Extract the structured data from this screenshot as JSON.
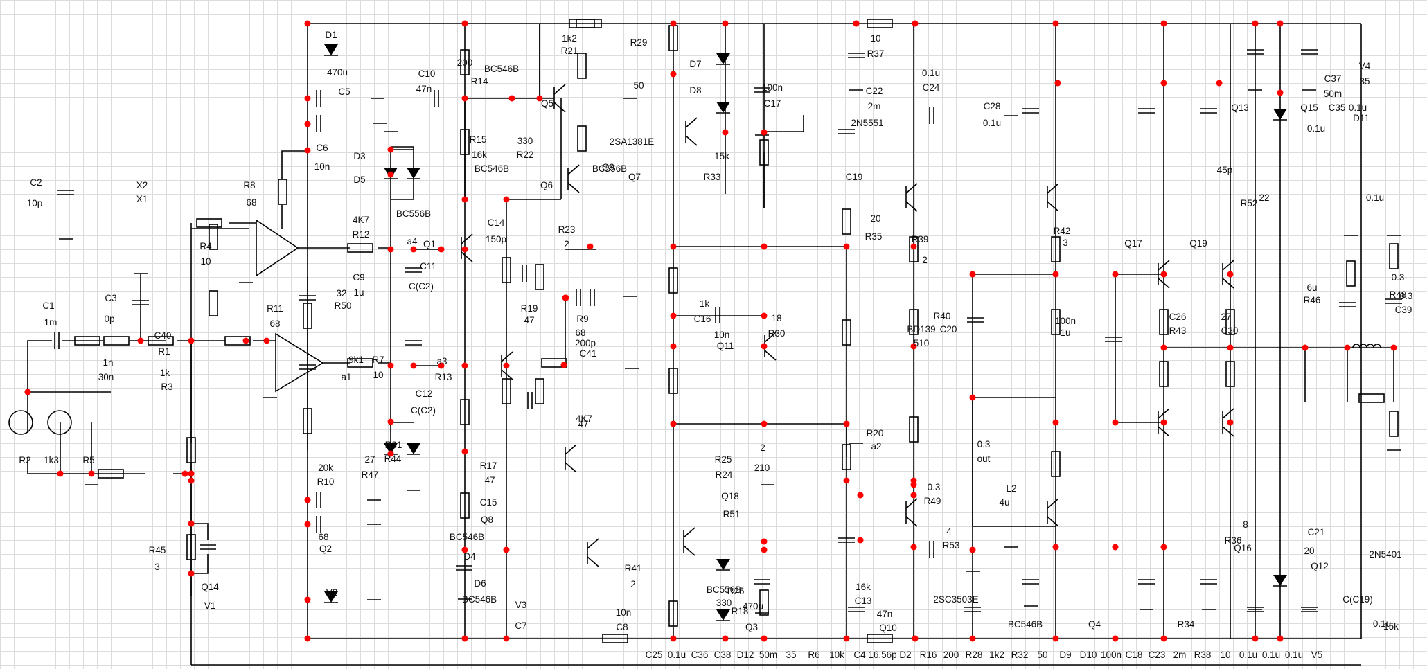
{
  "diagram": {
    "type": "electronic-schematic",
    "colors": {
      "wire": "#000000",
      "junction": "#ff0000",
      "grid": "#dcdcdc",
      "background": "#ffffff"
    },
    "labels": [
      "D1",
      "470u",
      "C5",
      "C6",
      "10n",
      "C10",
      "47n",
      "200",
      "R14",
      "BC546B",
      "1k2",
      "R21",
      "R29",
      "50",
      "D7",
      "D8",
      "100n",
      "C17",
      "10",
      "R37",
      "0.1u",
      "C24",
      "C22",
      "2m",
      "C28",
      "0.1u",
      "C37",
      "50m",
      "V4",
      "35",
      "C2",
      "10p",
      "X2",
      "X1",
      "R8",
      "68",
      "D3",
      "D5",
      "R15",
      "16k",
      "330",
      "R22",
      "BC546B",
      "Q5",
      "Q6",
      "BC556B",
      "Q7",
      "Q9",
      "2SA1381E",
      "15k",
      "R33",
      "2N5551",
      "C19",
      "45p",
      "Q13",
      "Q15",
      "C35",
      "0.1u",
      "D11",
      "0.1u",
      "0.1u",
      "4K7",
      "R12",
      "BC556B",
      "Q1",
      "C14",
      "150p",
      "R23",
      "2",
      "R4",
      "10",
      "C1",
      "1m",
      "C3",
      "0p",
      "a4",
      "C11",
      "C(C2)",
      "C9",
      "1u",
      "R19",
      "47",
      "20",
      "R35",
      "R39",
      "2",
      "R42",
      "3",
      "Q17",
      "Q19",
      "22",
      "R52",
      "32",
      "R50",
      "R11",
      "68",
      "R9",
      "68",
      "200p",
      "C41",
      "18",
      "R30",
      "1k",
      "C16",
      "10n",
      "Q11",
      "BD139",
      "510",
      "R40",
      "C20",
      "100n",
      "1u",
      "C26",
      "R43",
      "27",
      "C30",
      "6u",
      "R46",
      "0.3",
      "R48",
      "0.3",
      "C39",
      "1n",
      "30n",
      "C40",
      "R1",
      "1k",
      "R3",
      "9k1",
      "a1",
      "R7",
      "10",
      "C12",
      "C(C2)",
      "a3",
      "R13",
      "4K7",
      "47",
      "R20",
      "a2",
      "R25",
      "R24",
      "2",
      "210",
      "R31",
      "R44",
      "27",
      "R47",
      "0.3",
      "R49",
      "0.3",
      "out",
      "L2",
      "4u",
      "R2",
      "1k3",
      "R5",
      "20k",
      "R10",
      "68",
      "Q2",
      "R17",
      "47",
      "C15",
      "Q8",
      "BC546B",
      "D4",
      "D6",
      "BC546B",
      "R41",
      "2",
      "Q18",
      "R51",
      "4",
      "R53",
      "8",
      "Q16",
      "R36",
      "20",
      "Q12",
      "2N5401",
      "C21",
      "C(C19)",
      "0.1u",
      "R45",
      "3",
      "Q14",
      "V1",
      "V2",
      "V3",
      "C7",
      "10n",
      "C8",
      "470u",
      "Q3",
      "BC556B",
      "330",
      "R26",
      "R18",
      "16k",
      "C13",
      "47n",
      "Q10",
      "2SC3503E",
      "BC546B",
      "Q4",
      "R34",
      "15k",
      "C25",
      "0.1u",
      "C36",
      "C38",
      "D12",
      "50m",
      "35",
      "R6",
      "10k",
      "C4",
      "16.56p",
      "D2",
      "R16",
      "200",
      "R28",
      "1k2",
      "R32",
      "50",
      "D9",
      "D10",
      "100n",
      "C18",
      "C23",
      "2m",
      "R38",
      "10",
      "0.1u",
      "0.1u",
      "0.1u",
      "V5"
    ]
  }
}
